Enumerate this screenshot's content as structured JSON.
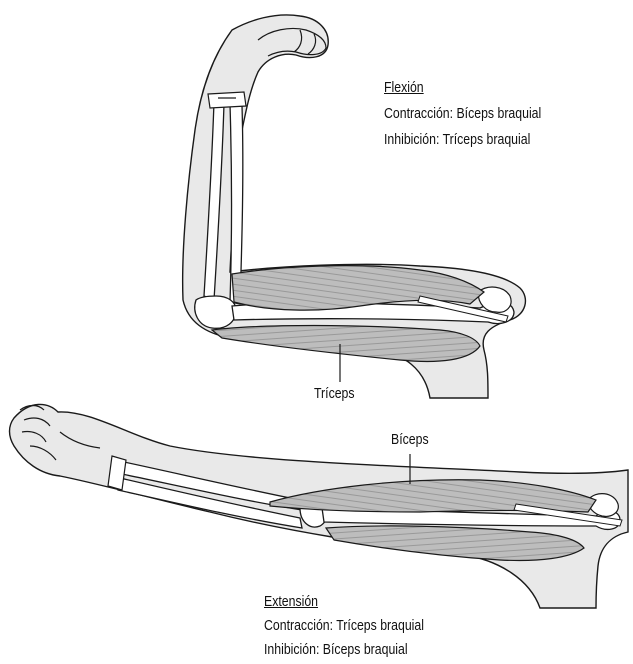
{
  "flexion": {
    "heading": "Flexión",
    "contraction": "Contracción: Bíceps braquial",
    "inhibition": "Inhibición: Tríceps braquial"
  },
  "extension": {
    "heading": "Extensión",
    "contraction": "Contracción: Tríceps braquial",
    "inhibition": "Inhibición: Bíceps braquial"
  },
  "labels": {
    "triceps": "Tríceps",
    "biceps": "Bíceps"
  },
  "colors": {
    "outline": "#1a1a1a",
    "bone": "#ffffff",
    "skin": "#e9e9e9",
    "muscle": "#bdbdbd",
    "muscle_line": "#8a8a8a"
  }
}
